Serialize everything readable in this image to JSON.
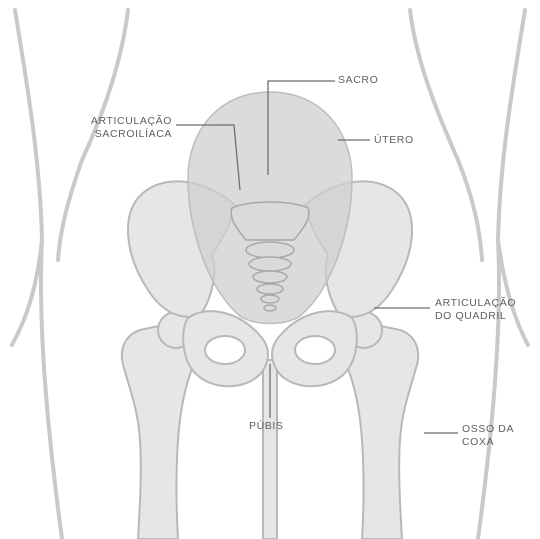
{
  "diagram": {
    "labels": {
      "sacro": "SACRO",
      "sacroiliaca": [
        "ARTICULAÇÃO",
        "SACROILÍACA"
      ],
      "utero": "ÚTERO",
      "quadril": [
        "ARTICULAÇÃO",
        "DO QUADRIL"
      ],
      "pubis": "PÚBIS",
      "coxa": [
        "OSSO DA",
        "COXA"
      ]
    },
    "colors": {
      "background": "#ffffff",
      "body_outline": "#c9c9c9",
      "bone_fill": "#e6e6e6",
      "bone_stroke": "#b8b8b8",
      "uterus_fill": "#d4d4d4",
      "leader_line": "#6e6e6e",
      "label_text": "#5f5f5f"
    }
  }
}
